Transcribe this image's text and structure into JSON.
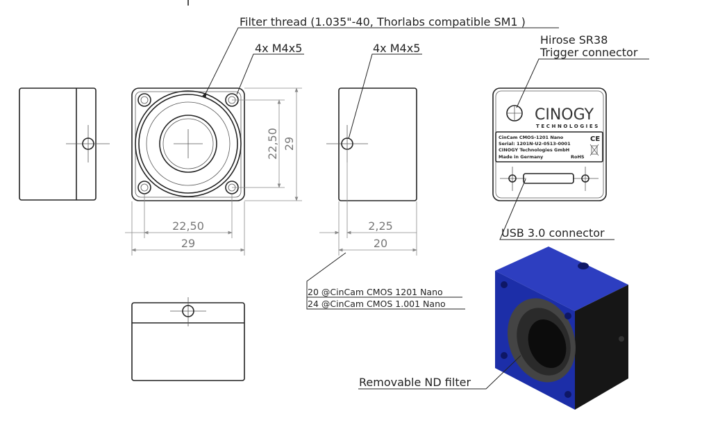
{
  "callouts": {
    "filter_thread": "Filter thread (1.035\"-40, Thorlabs compatible SM1 )",
    "screws_front": "4x M4x5",
    "screws_side": "4x M4x5",
    "trigger_line1": "Hirose SR38",
    "trigger_line2": "Trigger connector",
    "usb": "USB 3.0 connector",
    "length_note_1": "20 @CinCam CMOS 1201 Nano",
    "length_note_2": "24 @CinCam CMOS 1.001 Nano",
    "nd_filter": "Removable ND filter"
  },
  "dimensions": {
    "front_inner_v": "22,50",
    "front_outer_v": "29",
    "front_inner_h": "22,50",
    "front_outer_h": "29",
    "side_hole": "2,25",
    "side_depth": "20"
  },
  "label_plate": {
    "brand": "CINOGY",
    "brand_sub": "TECHNOLOGIES",
    "model": "CinCam CMOS-1201 Nano",
    "serial": "Serial: 1201N-U2-0513-0001",
    "company": "CINOGY Technologies GmbH",
    "origin": "Made in Germany",
    "rohs": "RoHS",
    "ce": "CE"
  },
  "colors": {
    "body_blue": "#1c2ea8",
    "body_dark": "#141414",
    "line": "#222222"
  }
}
